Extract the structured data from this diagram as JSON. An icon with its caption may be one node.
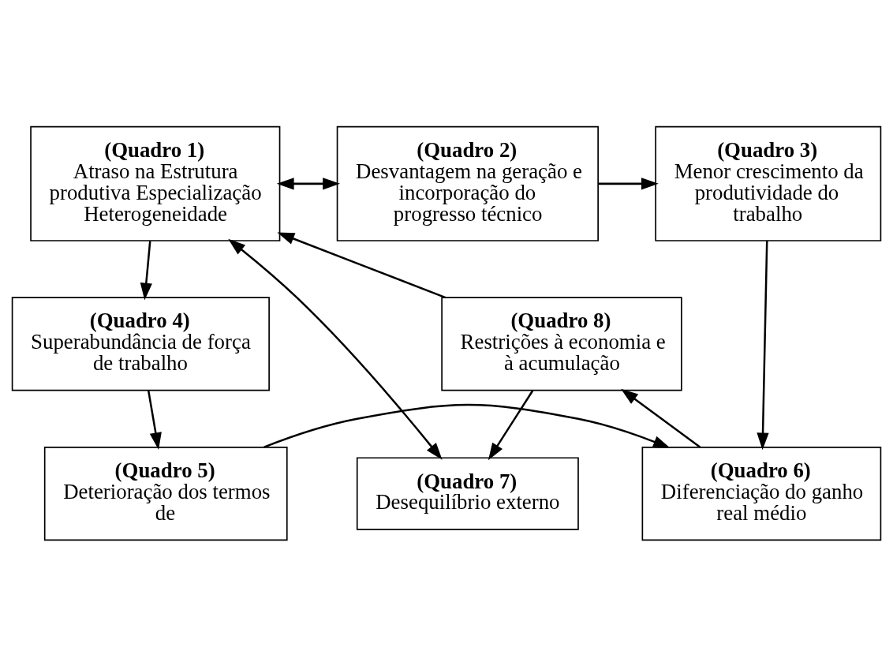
{
  "diagram": {
    "nodes": [
      {
        "text": [
          "(Quadro 1)",
          "Atraso na Estrutura produtiva Especialização Heterogeneidade"
        ]
      },
      {
        "text": [
          "(Quadro 2)",
          "Desvantagem na geração e incorporação do progresso técnico"
        ]
      },
      {
        "text": [
          "(Quadro 3)",
          "Menor crescimento da produtividade do trabalho"
        ]
      },
      {
        "text": [
          "(Quadro 4)",
          "Superabundância de força de trabalho"
        ]
      },
      {
        "text": [
          "(Quadro 5)",
          "Deterioração dos termos de"
        ]
      },
      {
        "text": [
          "(Quadro 6)",
          "Diferenciação do ganho real médio"
        ]
      },
      {
        "text": [
          "(Quadro 7)",
          "Desequilíbrio externo"
        ]
      },
      {
        "text": [
          "(Quadro 8)",
          "Restrições à economia e à acumulação"
        ]
      }
    ],
    "edges": [
      {
        "from": 0,
        "to": 1,
        "arrow": "both"
      },
      {
        "from": 1,
        "to": 2,
        "arrow": "to"
      },
      {
        "from": 0,
        "to": 3,
        "arrow": "to"
      },
      {
        "from": 2,
        "to": 5,
        "arrow": "to"
      },
      {
        "from": 3,
        "to": 4,
        "arrow": "to"
      },
      {
        "from": 4,
        "to": 5,
        "arrow": "to"
      },
      {
        "from": 0,
        "to": 6,
        "arrow": "both"
      },
      {
        "from": 5,
        "to": 7,
        "arrow": "to"
      },
      {
        "from": 7,
        "to": 6,
        "arrow": "to"
      },
      {
        "from": 7,
        "to": 0,
        "arrow": "to"
      }
    ]
  }
}
